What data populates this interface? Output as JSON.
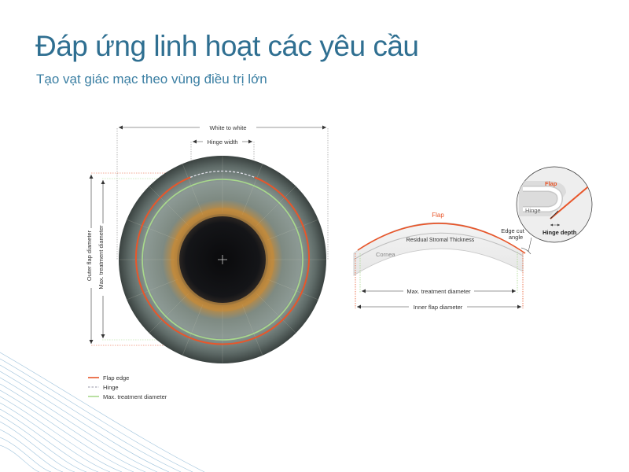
{
  "header": {
    "title": "Đáp ứng linh hoạt các yêu cầu",
    "subtitle": "Tạo vạt giác mạc theo vùng điều trị lớn"
  },
  "eye_diagram": {
    "white_to_white": "White to white",
    "hinge_width": "Hinge width",
    "outer_flap_diameter": "Outer flap diameter",
    "max_treatment_diameter": "Max. treatment diameter"
  },
  "legend": {
    "items": [
      {
        "label": "Flap edge",
        "color": "#e8562a",
        "style": "solid"
      },
      {
        "label": "Hinge",
        "color": "#a9a9b8",
        "style": "dashed"
      },
      {
        "label": "Max. treatment diameter",
        "color": "#a8d98c",
        "style": "solid"
      }
    ]
  },
  "cross_section": {
    "flap": "Flap",
    "residual": "Residual Stromal Thickness",
    "cornea": "Cornea",
    "edge_cut_line1": "Edge cut",
    "edge_cut_line2": "angle",
    "max_treatment": "Max. treatment diameter",
    "inner_flap": "Inner flap diameter"
  },
  "zoom": {
    "flap": "Flap",
    "hinge": "Hinge",
    "hinge_depth": "Hinge depth"
  },
  "colors": {
    "title": "#2f6f91",
    "flap_edge": "#e8562a",
    "hinge": "#a9a9b8",
    "treatment": "#a8d98c",
    "decor_lines": "#9fc3dc"
  }
}
